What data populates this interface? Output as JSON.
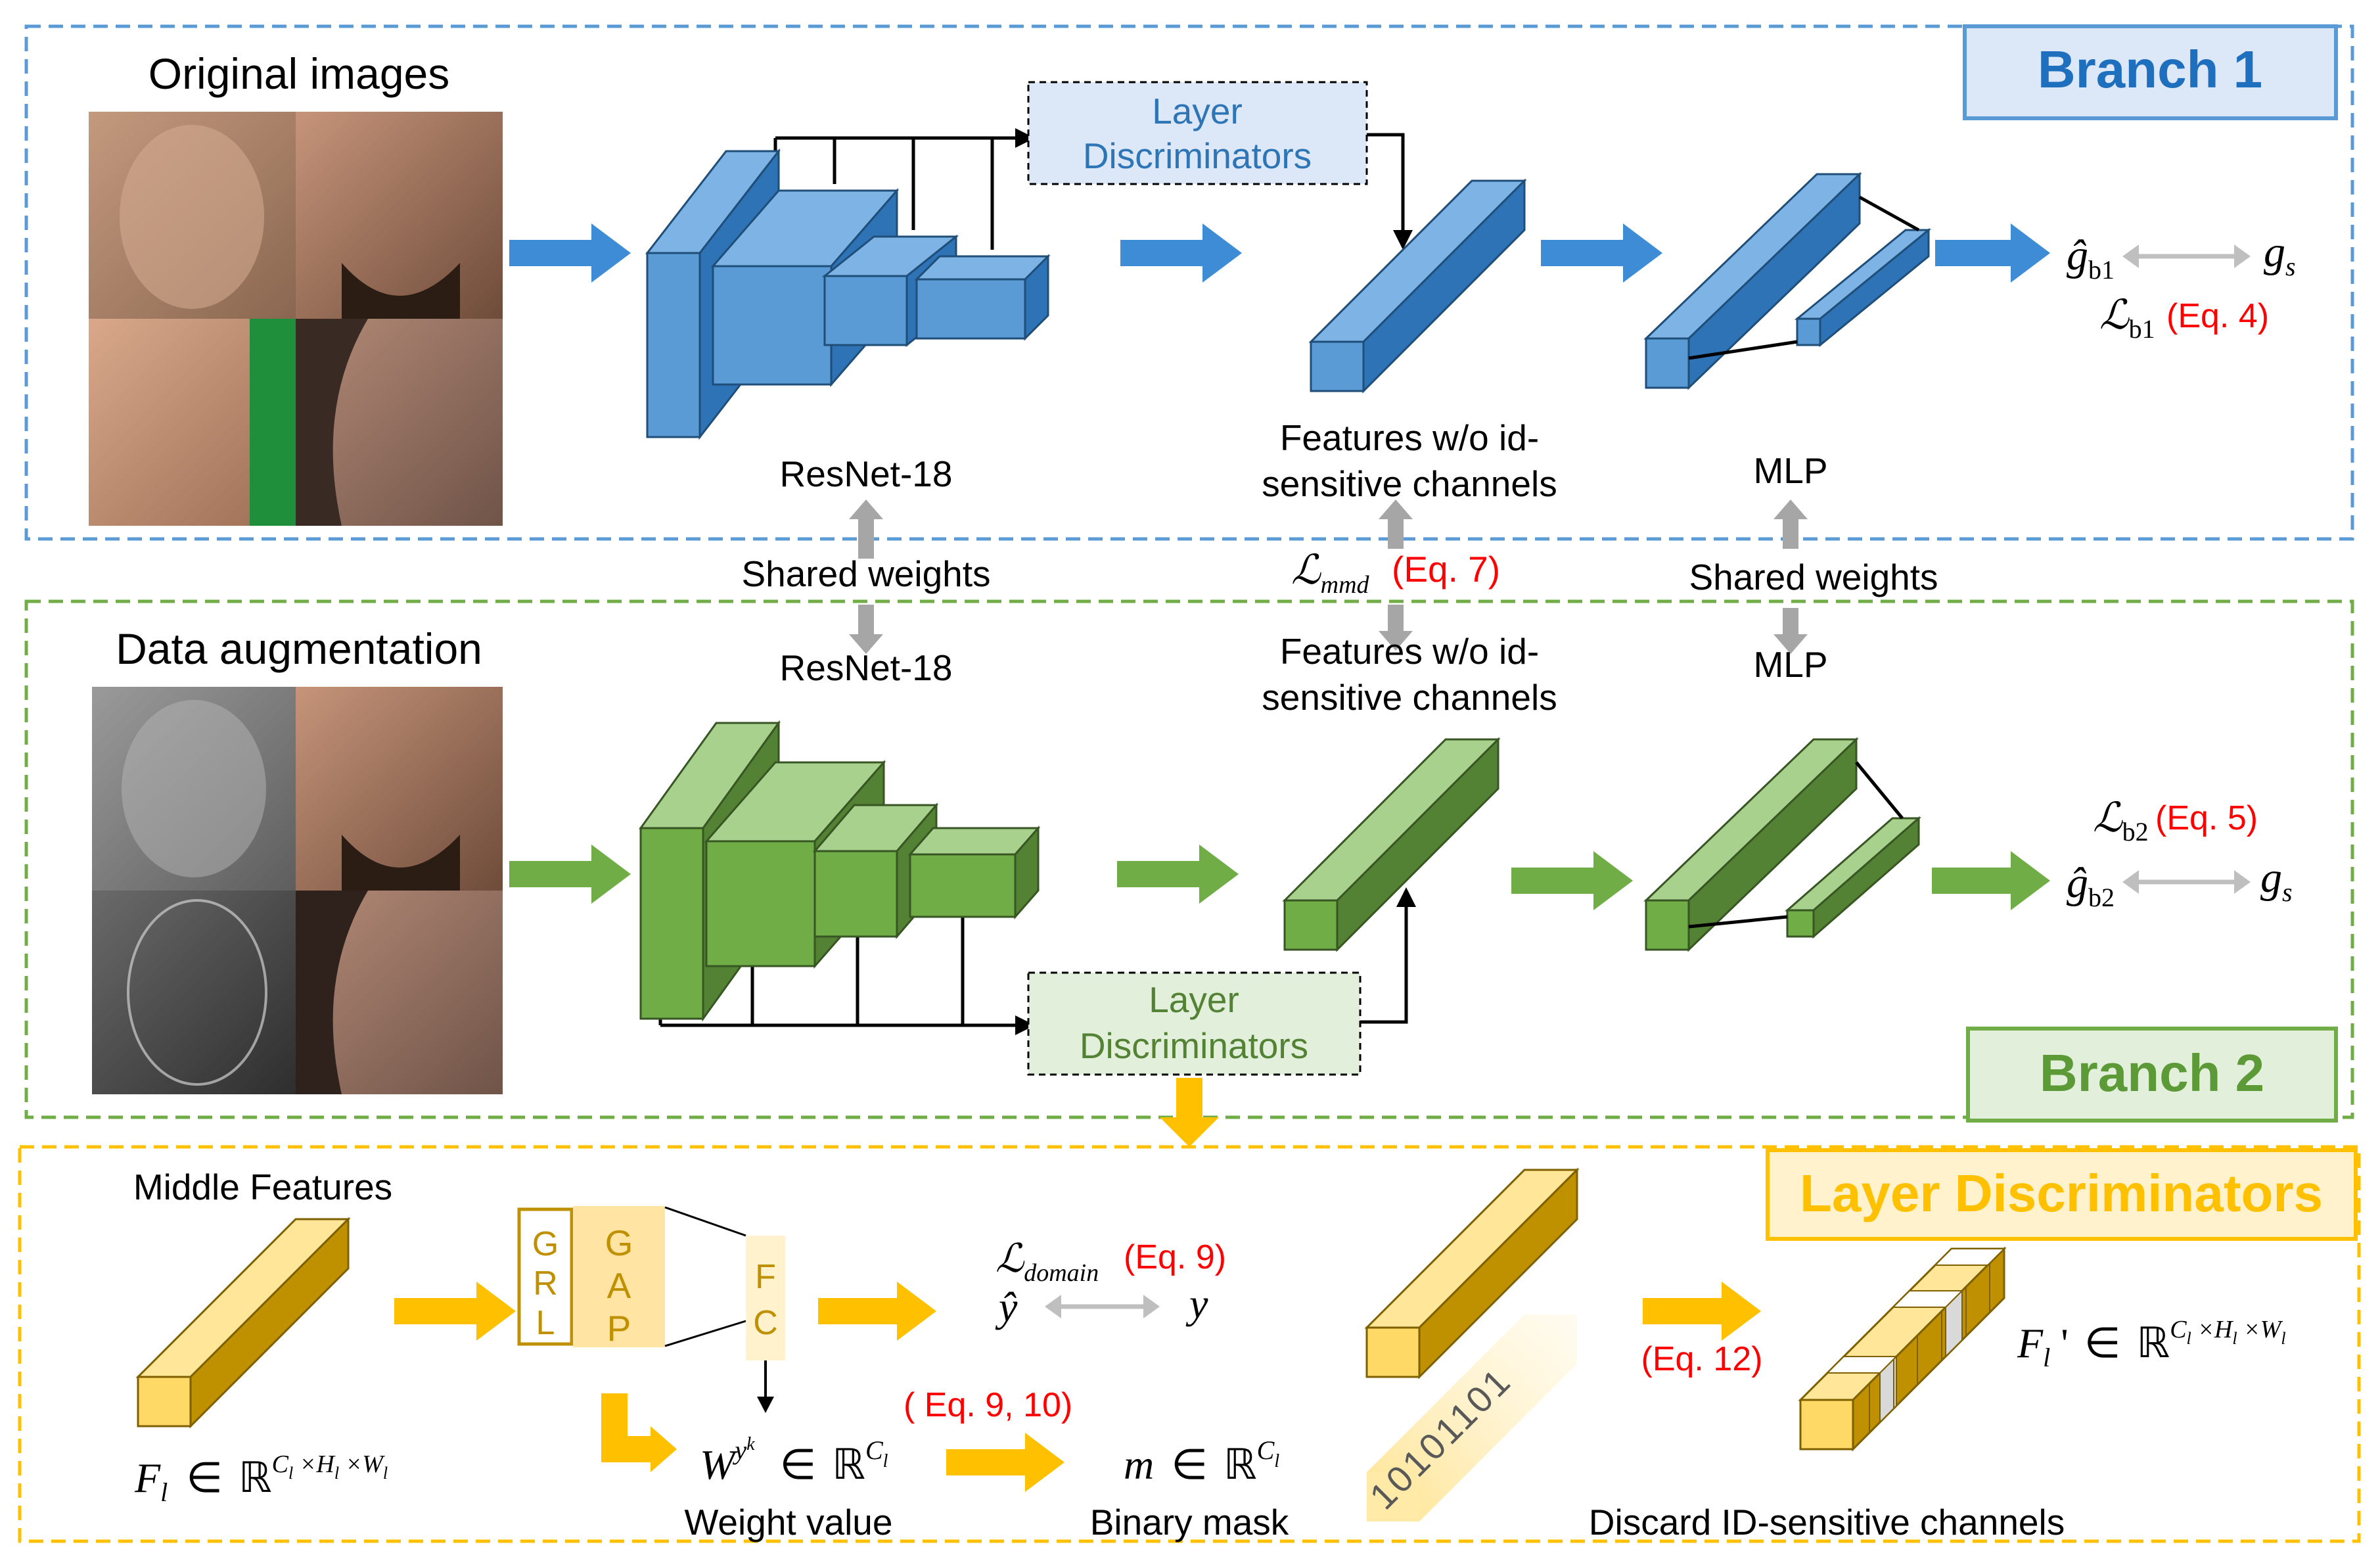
{
  "colors": {
    "branch1": "#3e8bd6",
    "branch1_box": "#dce8f7",
    "branch2": "#70ad47",
    "branch2_box": "#e2efda",
    "layer_disc": "#ffc000",
    "layer_disc_box": "#fff2cc",
    "red_text": "#ff0000",
    "shared_arrow": "#a6a6a6"
  },
  "branch1": {
    "title": "Branch 1",
    "images_label": "Original images",
    "backbone_label": "ResNet-18",
    "disc_label_line1": "Layer",
    "disc_label_line2": "Discriminators",
    "features_line1": "Features w/o id-",
    "features_line2": "sensitive channels",
    "mlp_label": "MLP",
    "pred_symbol": "ĝ",
    "pred_sub": "b1",
    "target_symbol": "g",
    "target_sub": "s",
    "loss_symbol": "ℒ",
    "loss_sub": "b1",
    "loss_eq": "(Eq. 4)"
  },
  "shared": {
    "weights_left": "Shared weights",
    "weights_right": "Shared weights",
    "mmd_symbol": "ℒ",
    "mmd_sub": "mmd",
    "mmd_eq": "(Eq. 7)"
  },
  "branch2": {
    "title": "Branch 2",
    "images_label": "Data augmentation",
    "backbone_label": "ResNet-18",
    "disc_label_line1": "Layer",
    "disc_label_line2": "Discriminators",
    "features_line1": "Features w/o id-",
    "features_line2": "sensitive channels",
    "mlp_label": "MLP",
    "pred_symbol": "ĝ",
    "pred_sub": "b2",
    "target_symbol": "g",
    "target_sub": "s",
    "loss_symbol": "ℒ",
    "loss_sub": "b2",
    "loss_eq": "(Eq. 5)"
  },
  "layer_discriminators": {
    "title": "Layer Discriminators",
    "middle_features": "Middle Features",
    "grl_letters": [
      "G",
      "R",
      "L"
    ],
    "gap_letters": [
      "G",
      "A",
      "P"
    ],
    "fc_letters": [
      "F",
      "C"
    ],
    "domain_symbol": "ℒ",
    "domain_sub": "domain",
    "domain_eq": "(Eq. 9)",
    "yhat": "ŷ",
    "y": "y",
    "fl_symbol": "F",
    "fl_sub": "l",
    "fl_in": "∈",
    "fl_R": "ℝ",
    "fl_exp": "C",
    "fl_exp_sub1": "l",
    "fl_exp_mid1": " ×H",
    "fl_exp_sub2": "l",
    "fl_exp_mid2": " ×W",
    "fl_exp_sub3": "l",
    "weight_symbol": "W",
    "weight_sup": "y",
    "weight_sup_sup": "k",
    "weight_in": "∈",
    "weight_R": "ℝ",
    "weight_exp": "C",
    "weight_exp_sub": "l",
    "weight_eq": "( Eq. 9, 10)",
    "weight_value": "Weight value",
    "mask_symbol": "m",
    "mask_in": "∈",
    "mask_R": "ℝ",
    "mask_exp": "C",
    "mask_exp_sub": "l",
    "binary_mask": "Binary mask",
    "binary_digits": "10101101",
    "discard_eq": "(Eq. 12)",
    "flp_symbol": "F",
    "flp_sub": "l",
    "flp_prime": " '",
    "flp_in": "∈",
    "flp_R": "ℝ",
    "flp_exp": "C",
    "flp_exp_sub1": "l",
    "flp_exp_mid1": " ×H",
    "flp_exp_sub2": "l",
    "flp_exp_mid2": " ×W",
    "flp_exp_sub3": "l",
    "discard_label": "Discard ID-sensitive channels"
  }
}
